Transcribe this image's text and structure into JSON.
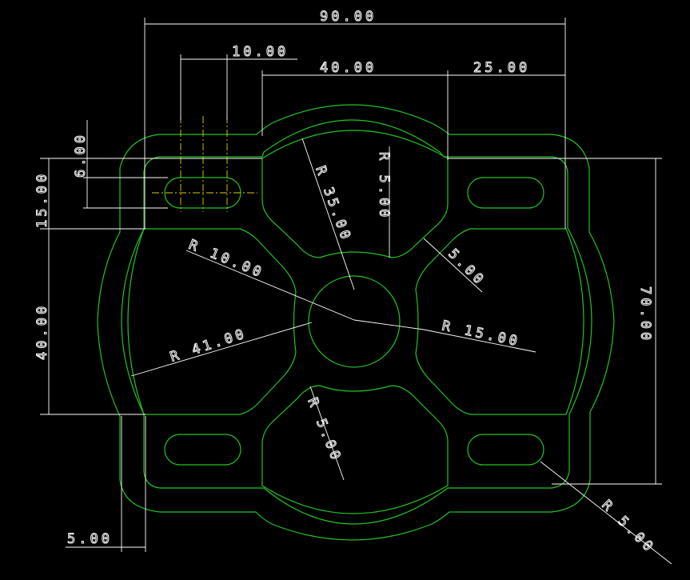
{
  "colors": {
    "background": "#000000",
    "geometry": "#22c322",
    "dimension": "#ffffff",
    "centerline": "#e0d000"
  },
  "dimensions": {
    "overall_width": "90.00",
    "slot_width": "10.00",
    "middle_width": "40.00",
    "right_width": "25.00",
    "slot_offset": "6.00",
    "left_top_height": "15.00",
    "left_mid_height": "40.00",
    "overall_height": "70.00",
    "bottom_left_gap": "5.00",
    "radius_top_arc": "R 35.00",
    "radius_fillet_top": "R 5.00",
    "radius_arm": "R 10.00",
    "radius_outer_left": "R 41.00",
    "radius_hub": "R 15.00",
    "radius_fillet_bottom": "R 5.00",
    "radius_slot": "R 5.00",
    "notch_width": "5.00"
  }
}
